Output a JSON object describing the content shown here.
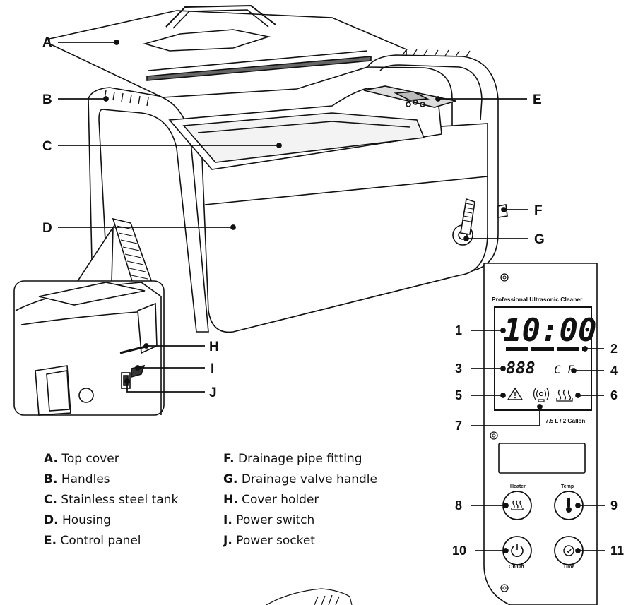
{
  "callouts": {
    "a": "A",
    "b": "B",
    "c": "C",
    "d": "D",
    "e": "E",
    "f": "F",
    "g": "G",
    "h": "H",
    "i": "I",
    "j": "J"
  },
  "legend": {
    "left": [
      {
        "key": "A.",
        "text": "Top cover"
      },
      {
        "key": "B.",
        "text": "Handles"
      },
      {
        "key": "C.",
        "text": "Stainless steel tank"
      },
      {
        "key": "D.",
        "text": "Housing"
      },
      {
        "key": "E.",
        "text": "Control panel"
      }
    ],
    "right": [
      {
        "key": "F.",
        "text": "Drainage pipe fitting"
      },
      {
        "key": "G.",
        "text": "Drainage valve handle"
      },
      {
        "key": "H.",
        "text": "Cover holder"
      },
      {
        "key": "I.",
        "text": "Power switch"
      },
      {
        "key": "J.",
        "text": "Power socket"
      }
    ]
  },
  "panel": {
    "title": "Professional Ultrasonic Cleaner",
    "time_display": "10:00",
    "temp_display": "888",
    "unit_display": "C F",
    "capacity": "7.5 L / 2 Gallon",
    "heater_label": "Heater",
    "temp_label": "Temp",
    "onoff_label": "On/Off",
    "time_label": "Time",
    "numbers": [
      "1",
      "2",
      "3",
      "4",
      "5",
      "6",
      "7",
      "8",
      "9",
      "10",
      "11"
    ]
  }
}
